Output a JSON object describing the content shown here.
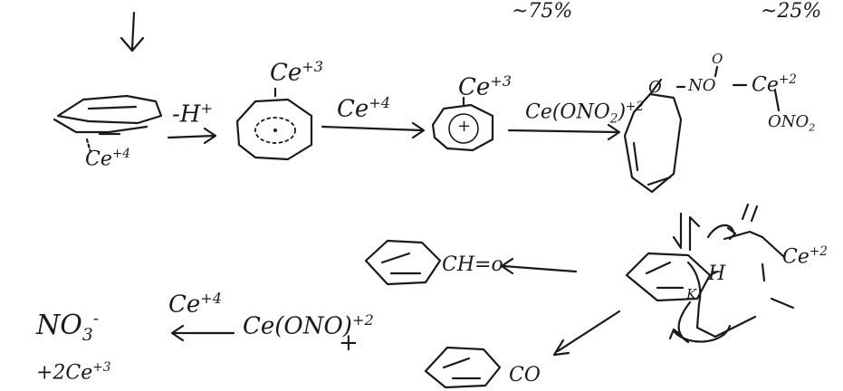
{
  "top_note_left": "~75%",
  "top_note_right": "~25%",
  "step1": {
    "complex_metal": "Ce",
    "complex_charge": "+4",
    "arrow_label": "-H",
    "arrow_label_sup": "+"
  },
  "step2": {
    "metal": "Ce",
    "charge": "+3",
    "arrow_label": "Ce",
    "arrow_label_sup": "+4"
  },
  "step3": {
    "metal": "Ce",
    "charge": "+3",
    "ring_plus": "+",
    "arrow_label": "Ce(ONO",
    "arrow_label_sub": "2",
    "arrow_label_tail": ")",
    "arrow_label_sup": "+2"
  },
  "product_top": {
    "o_left": "O",
    "no": "NO",
    "o_dbl": "O",
    "ce": "Ce",
    "ce_charge": "+2",
    "ono": "ONO",
    "ono_sub": "2"
  },
  "lower_right": {
    "h": "H",
    "ce": "Ce",
    "ce_charge": "+2",
    "k": "K"
  },
  "product_benzaldehyde": {
    "ch": "CH=o"
  },
  "product_co": {
    "label": "CO"
  },
  "byproduct": {
    "text": "Ce(ONO)",
    "sup": "+2",
    "plus": "+"
  },
  "final": {
    "arrow_label": "Ce",
    "arrow_label_sup": "+4",
    "no3": "NO",
    "no3_sub": "3",
    "no3_sup": "-",
    "line2": "+2Ce",
    "line2_sup": "+3"
  }
}
